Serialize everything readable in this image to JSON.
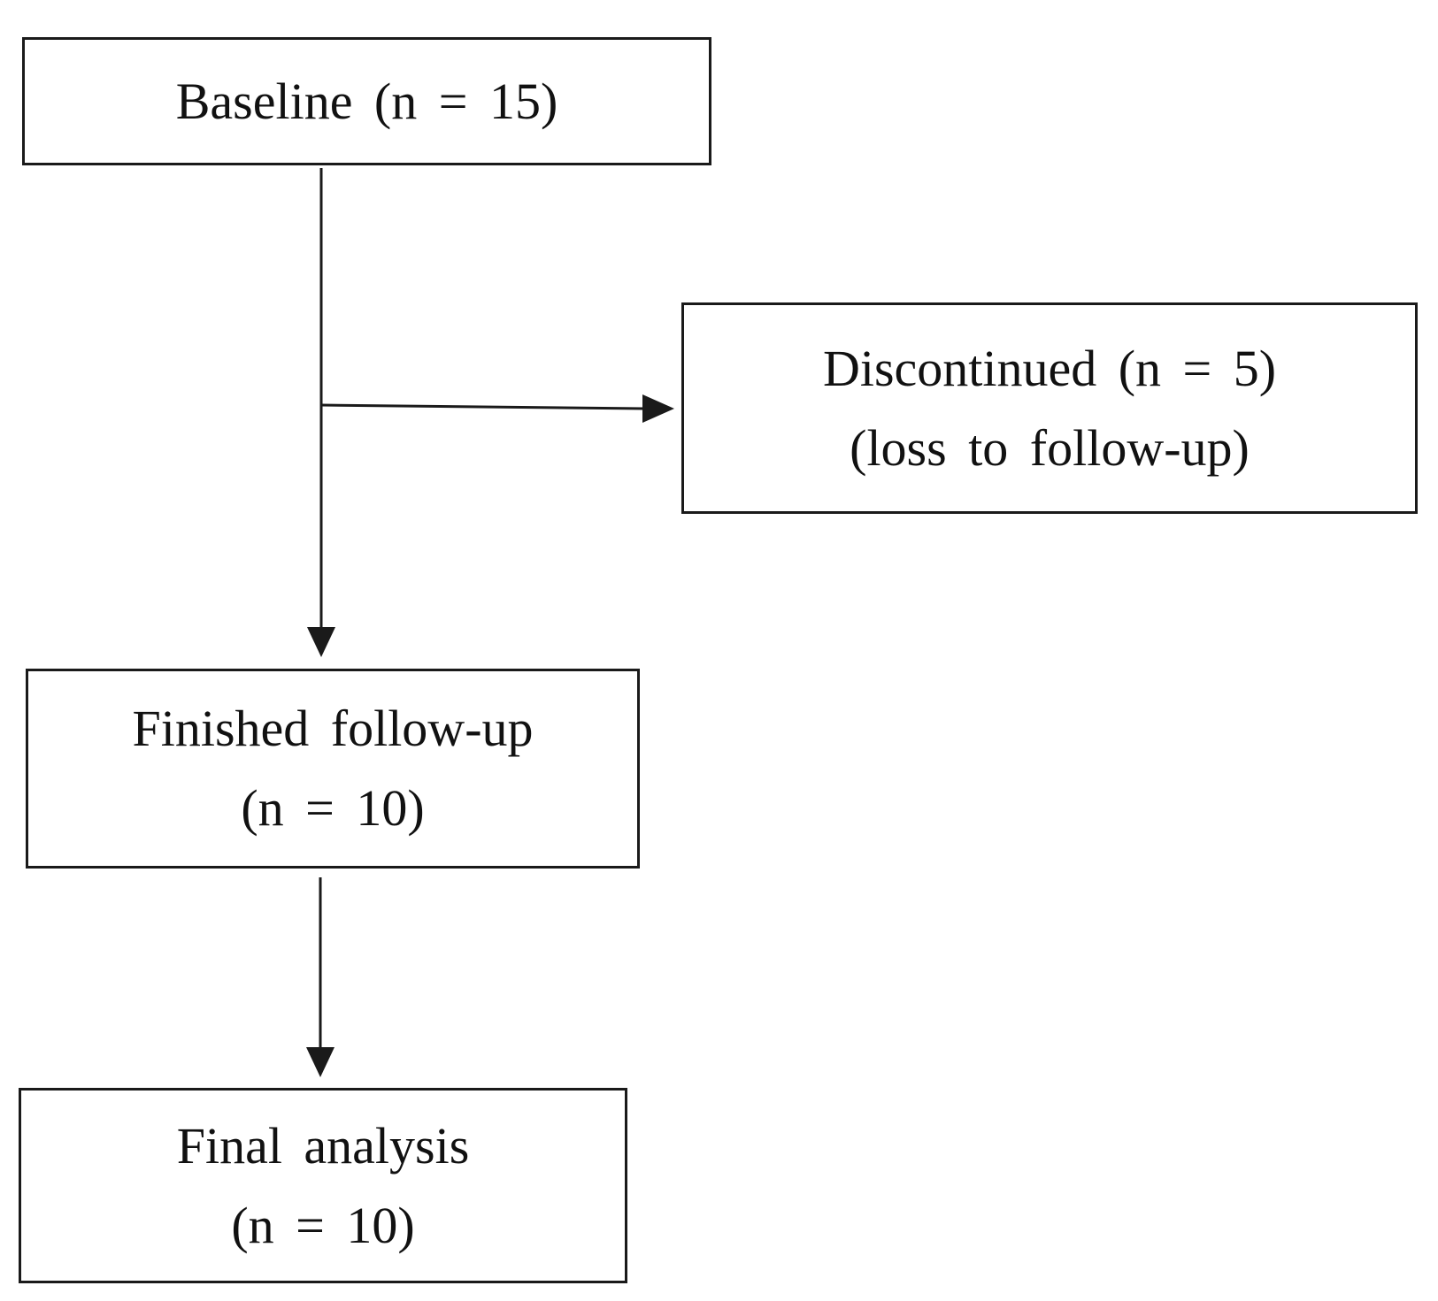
{
  "flowchart": {
    "baseline": {
      "line1": "Baseline  (n = 15)"
    },
    "discontinued": {
      "line1": "Discontinued  (n = 5)",
      "line2": "(loss to follow-up)"
    },
    "finished": {
      "line1": "Finished  follow-up",
      "line2": "(n = 10)"
    },
    "final": {
      "line1": "Final  analysis",
      "line2": "(n = 10)"
    }
  },
  "colors": {
    "stroke": "#1a1a1a",
    "background": "#ffffff"
  }
}
